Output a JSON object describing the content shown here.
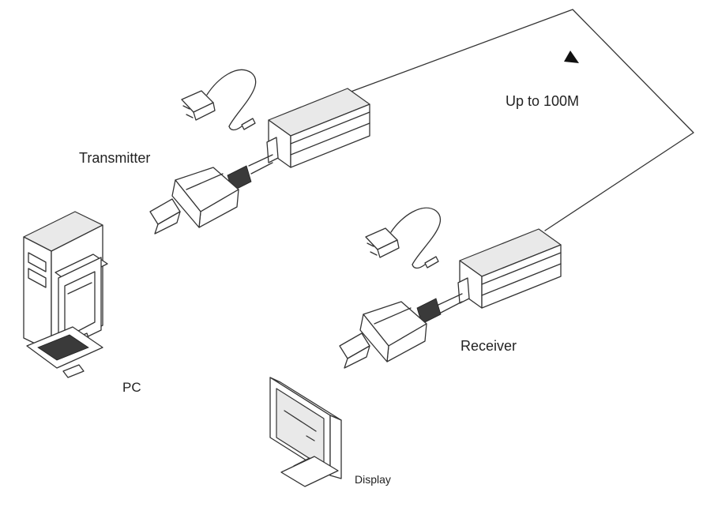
{
  "labels": {
    "transmitter": "Transmitter",
    "distance": "Up to 100M",
    "receiver": "Receiver",
    "pc": "PC",
    "display": "Display"
  },
  "colors": {
    "line": "#333333",
    "background": "#ffffff",
    "text": "#222222"
  }
}
